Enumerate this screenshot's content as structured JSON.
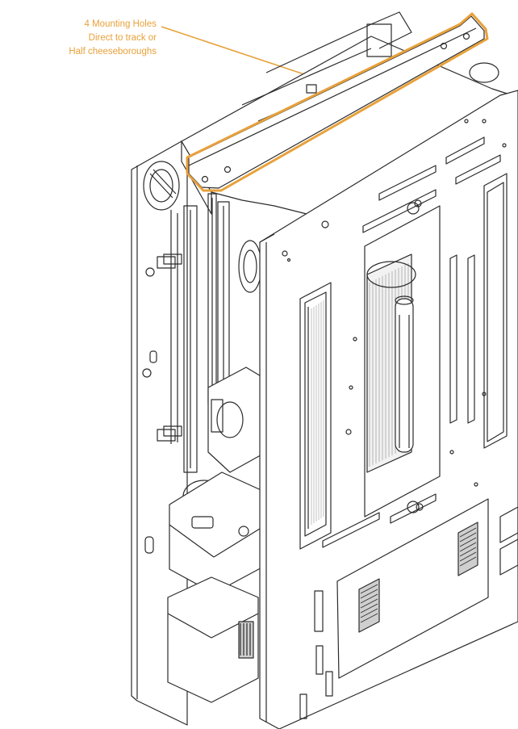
{
  "callout": {
    "lines": [
      "4 Mounting Holes",
      "Direct to track or",
      "Half cheeseboroughs"
    ]
  },
  "colors": {
    "callout": "#e8a13a",
    "line_art": "#2b2b2b",
    "background": "#ffffff"
  },
  "diagram_parts": [
    "rear-plate",
    "front-plate",
    "top-mounting-bar",
    "spool-drum",
    "guide-rail",
    "pulley-wheels",
    "motor-housing",
    "vent-grilles",
    "mounting-holes"
  ]
}
